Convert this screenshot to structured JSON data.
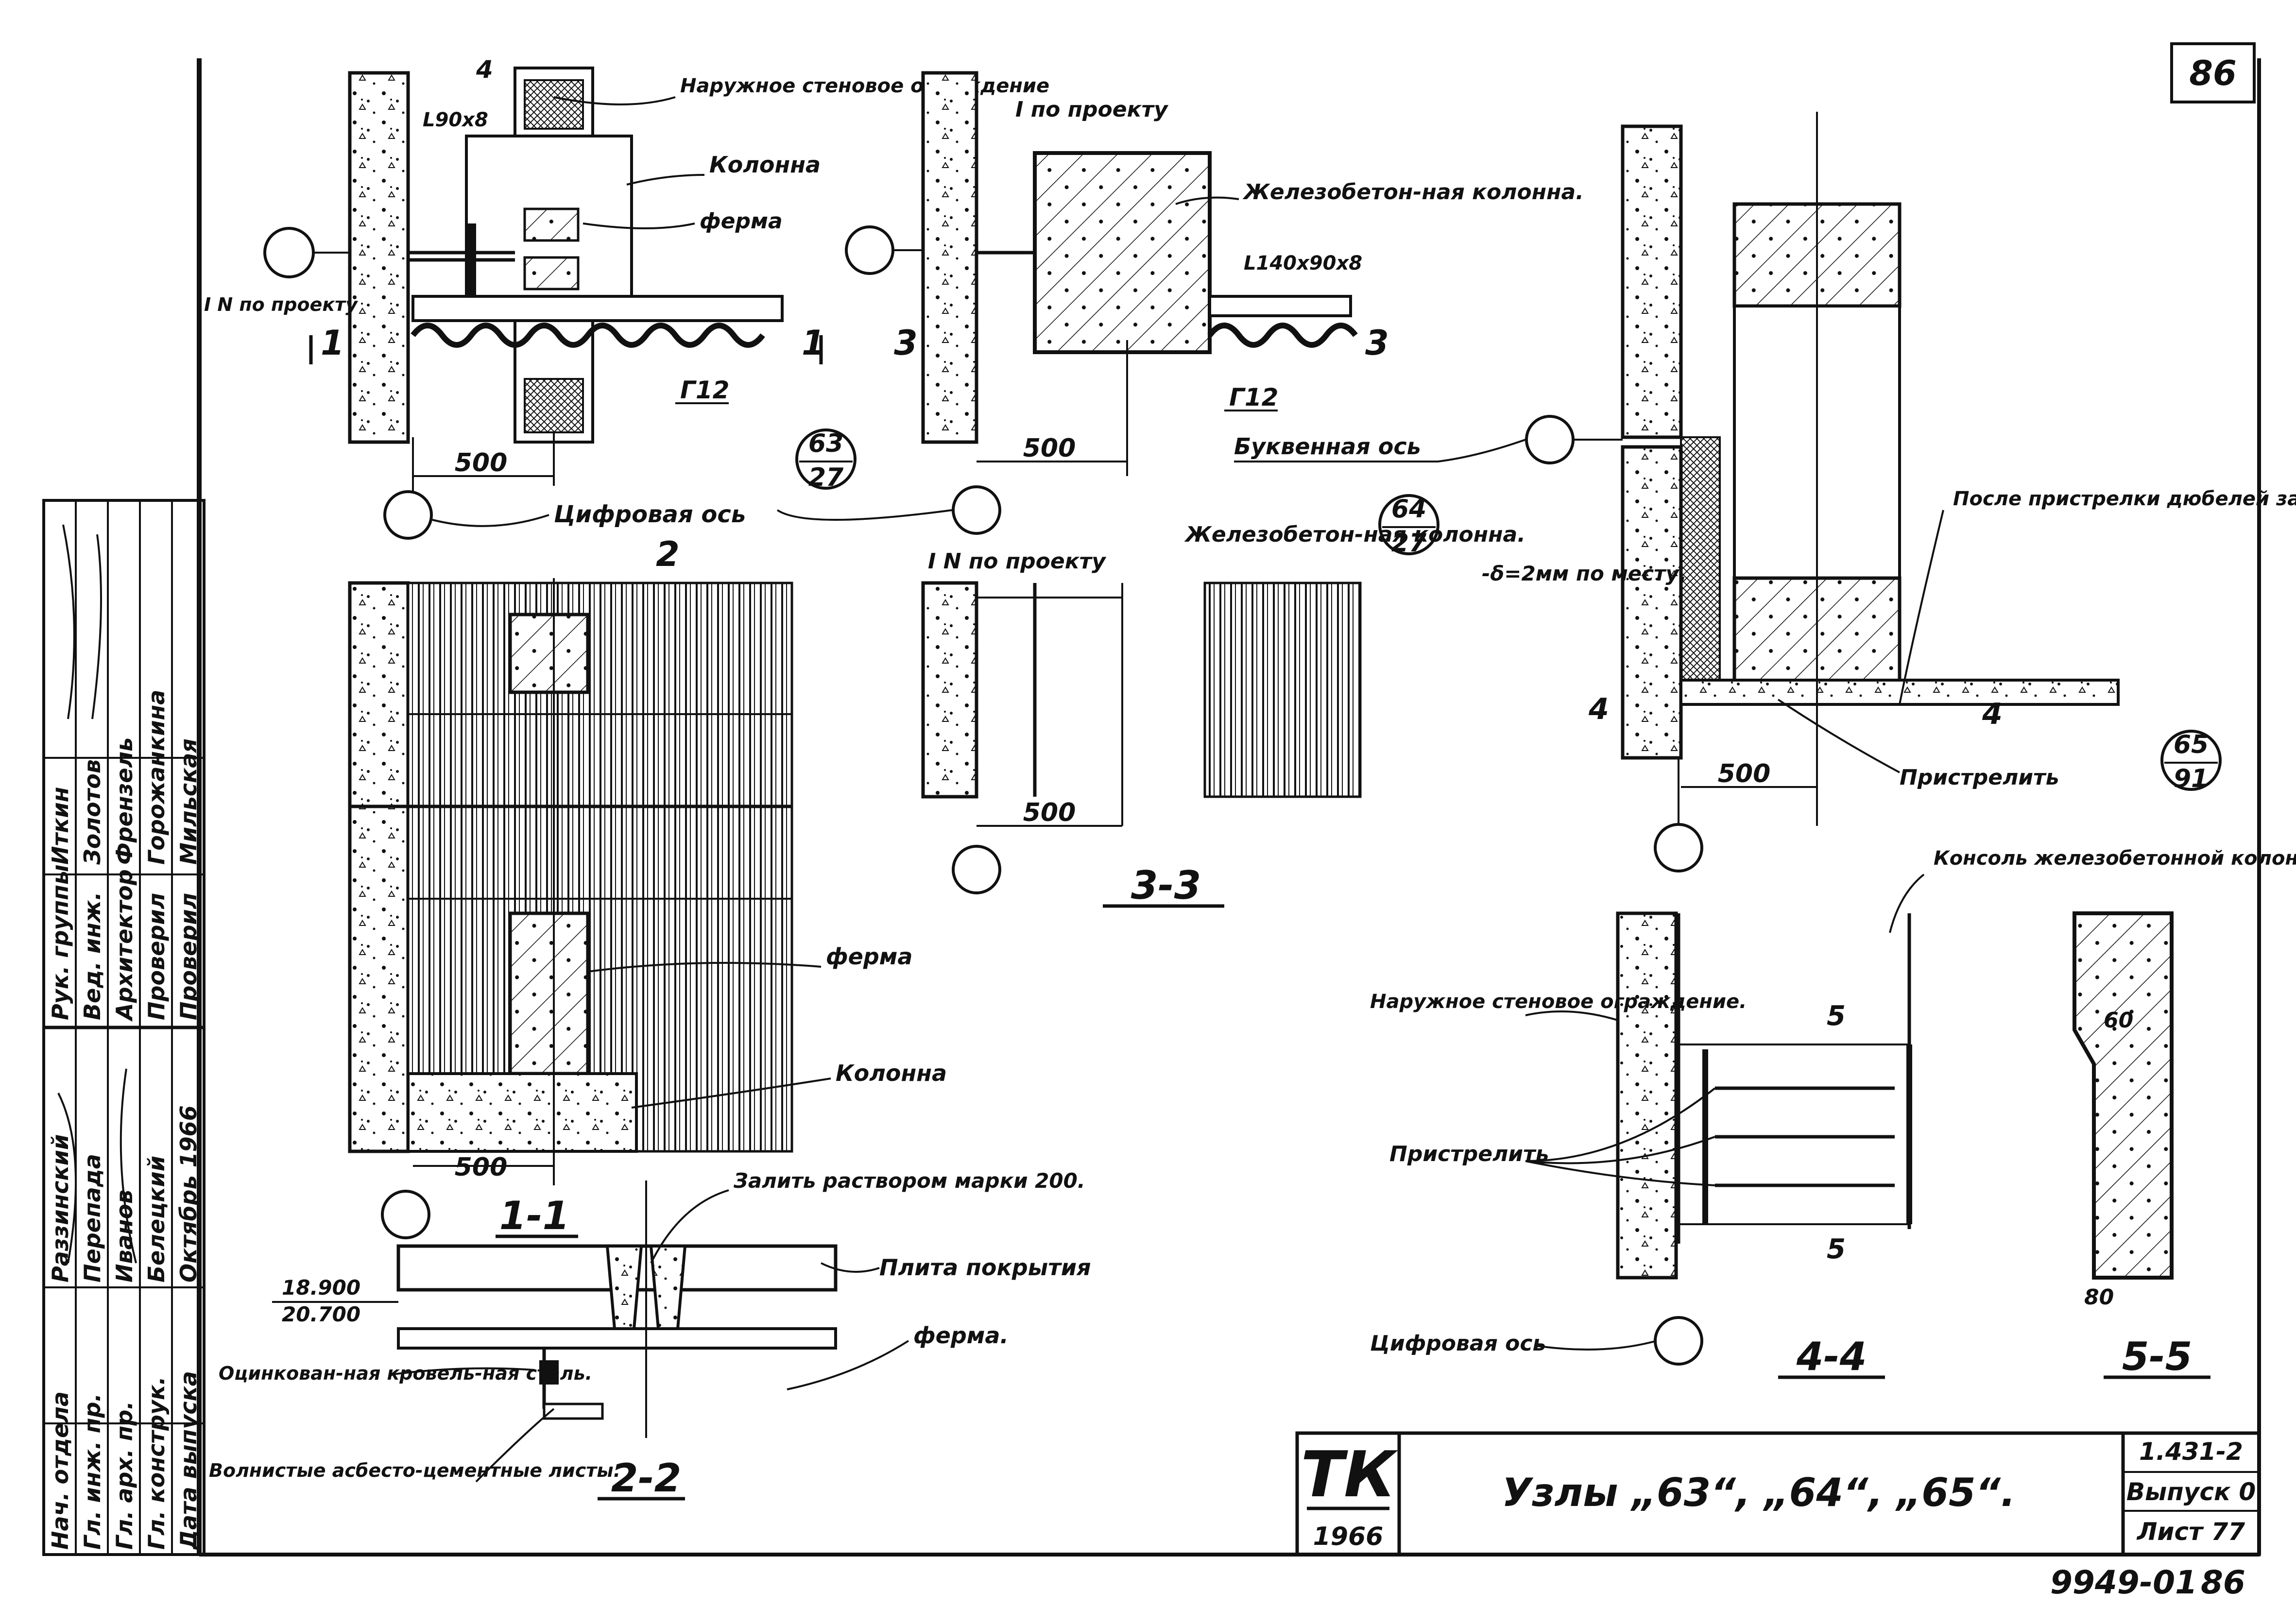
{
  "sheet": {
    "page_number_top": "86",
    "bottom_code": "9949-01",
    "bottom_page": "86"
  },
  "title_block": {
    "logo": "ТК",
    "year": "1966",
    "title": "Узлы „63“, „64“, „65“.",
    "series": "1.431-2",
    "issue": "Выпуск 0",
    "sheet": "Лист 77"
  },
  "stamp": {
    "rows": [
      {
        "role": "Нач. отдела",
        "name": "Раззинский"
      },
      {
        "role": "Гл. инж. пр.",
        "name": "Перепада"
      },
      {
        "role": "Гл. арх. пр.",
        "name": "Иванов"
      },
      {
        "role": "Гл. конструк.",
        "name": "Белецкий"
      },
      {
        "role": "Дата выпуска",
        "name": "Октябрь 1966"
      },
      {
        "role": "Рук. группы",
        "name": "Иткин"
      },
      {
        "role": "Вед. инж.",
        "name": "Золотов"
      },
      {
        "role": "Архитектор",
        "name": "Френзель"
      },
      {
        "role": "Проверил",
        "name": "Горожанкина"
      },
      {
        "role": "Проверил",
        "name": "Мильская"
      }
    ]
  },
  "node63": {
    "label_wall": "Наружное стеновое ограждение",
    "label_angle": "L90x8",
    "label_column": "Колонна",
    "label_truss": "ферма",
    "label_ipr": "I N по проекту",
    "label_channel": "Г12",
    "dim": "500",
    "ref_top": "63",
    "ref_bottom": "27",
    "cut_left": "1",
    "cut_right": "1",
    "axis_mark": "4"
  },
  "node64": {
    "label_ipr": "I по проекту",
    "label_col": "Железобетон-ная колонна.",
    "label_angle": "L140x90x8",
    "label_channel": "Г12",
    "dim": "500",
    "cut_left": "3",
    "cut_right": "3",
    "ref_top": "64",
    "ref_bottom": "27"
  },
  "axes": {
    "digital": "Цифровая ось",
    "letter": "Буквенная ось"
  },
  "section11": {
    "label": "1-1",
    "truss": "ферма",
    "column": "Колонна",
    "dim": "500",
    "mark": "2"
  },
  "section33": {
    "label": "3-3",
    "ipr": "I N по проекту",
    "col": "Железобетон-ная колонна.",
    "dim": "500"
  },
  "section22": {
    "label": "2-2",
    "fill": "Залить раствором марки 200.",
    "slab": "Плита покрытия",
    "truss": "ферма.",
    "level1": "18.900",
    "level2": "20.700",
    "galv": "Оцинкован-ная кровель-ная сталь.",
    "sheets": "Волнистые асбесто-цементные листы."
  },
  "node65": {
    "gap": "-δ=2мм по месту.",
    "after": "После пристрелки дюбелей заделать бетоном.",
    "shoot": "Пристрелить",
    "dim": "500",
    "ref_top": "65",
    "ref_bottom": "91",
    "cut": "4"
  },
  "section44": {
    "label": "4-4",
    "wall": "Наружное стеновое ограждение.",
    "shoot": "Пристрелить",
    "console": "Консоль железобетонной колонны",
    "cut": "5",
    "digital": "Цифровая ось"
  },
  "section55": {
    "label": "5-5",
    "dim1": "60",
    "dim2": "80"
  }
}
